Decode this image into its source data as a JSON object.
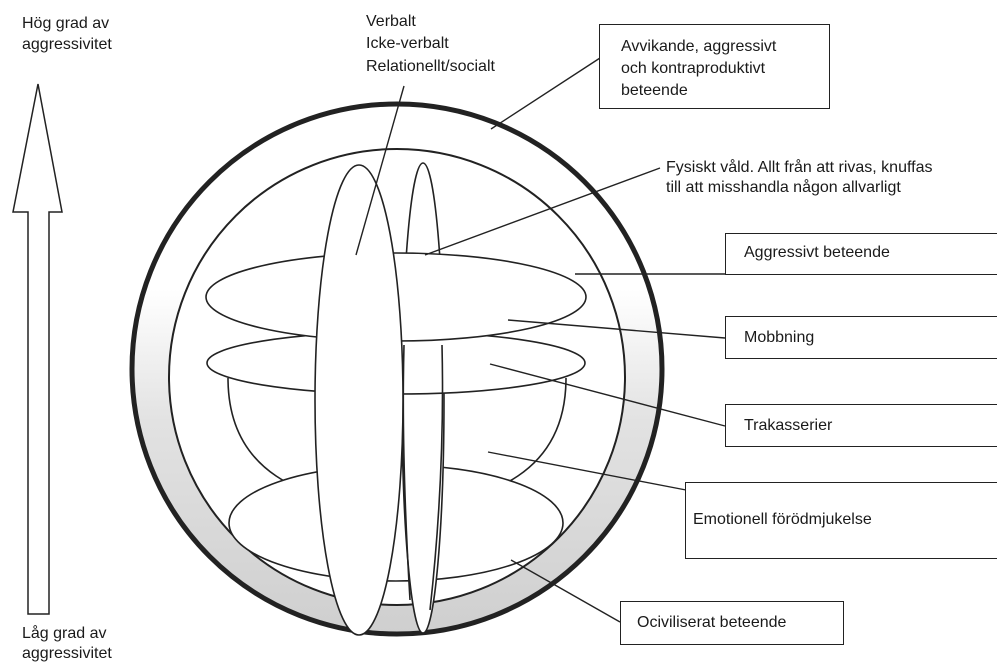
{
  "axis": {
    "top_line1": "Hög grad av",
    "top_line2": "aggressivitet",
    "bottom_line1": "Låg grad av",
    "bottom_line2": "aggressivitet"
  },
  "types": {
    "line1": "Verbalt",
    "line2": "Icke-verbalt",
    "line3": "Relationellt/socialt"
  },
  "labels": {
    "deviant_line1": "Avvikande, aggressivt",
    "deviant_line2": "och kontraproduktivt",
    "deviant_line3": "beteende",
    "physical_line1": "Fysiskt våld. Allt från att rivas, knuffas",
    "physical_line2": "till att misshandla någon allvarligt",
    "aggressive": "Aggressivt beteende",
    "bullying": "Mobbning",
    "harassment": "Trakasserier",
    "emotional": "Emotionell förödmjukelse",
    "incivility": "Ociviliserat beteende"
  },
  "colors": {
    "ring_fill": "#d9d9d9",
    "stroke": "#222222",
    "background": "#ffffff"
  }
}
